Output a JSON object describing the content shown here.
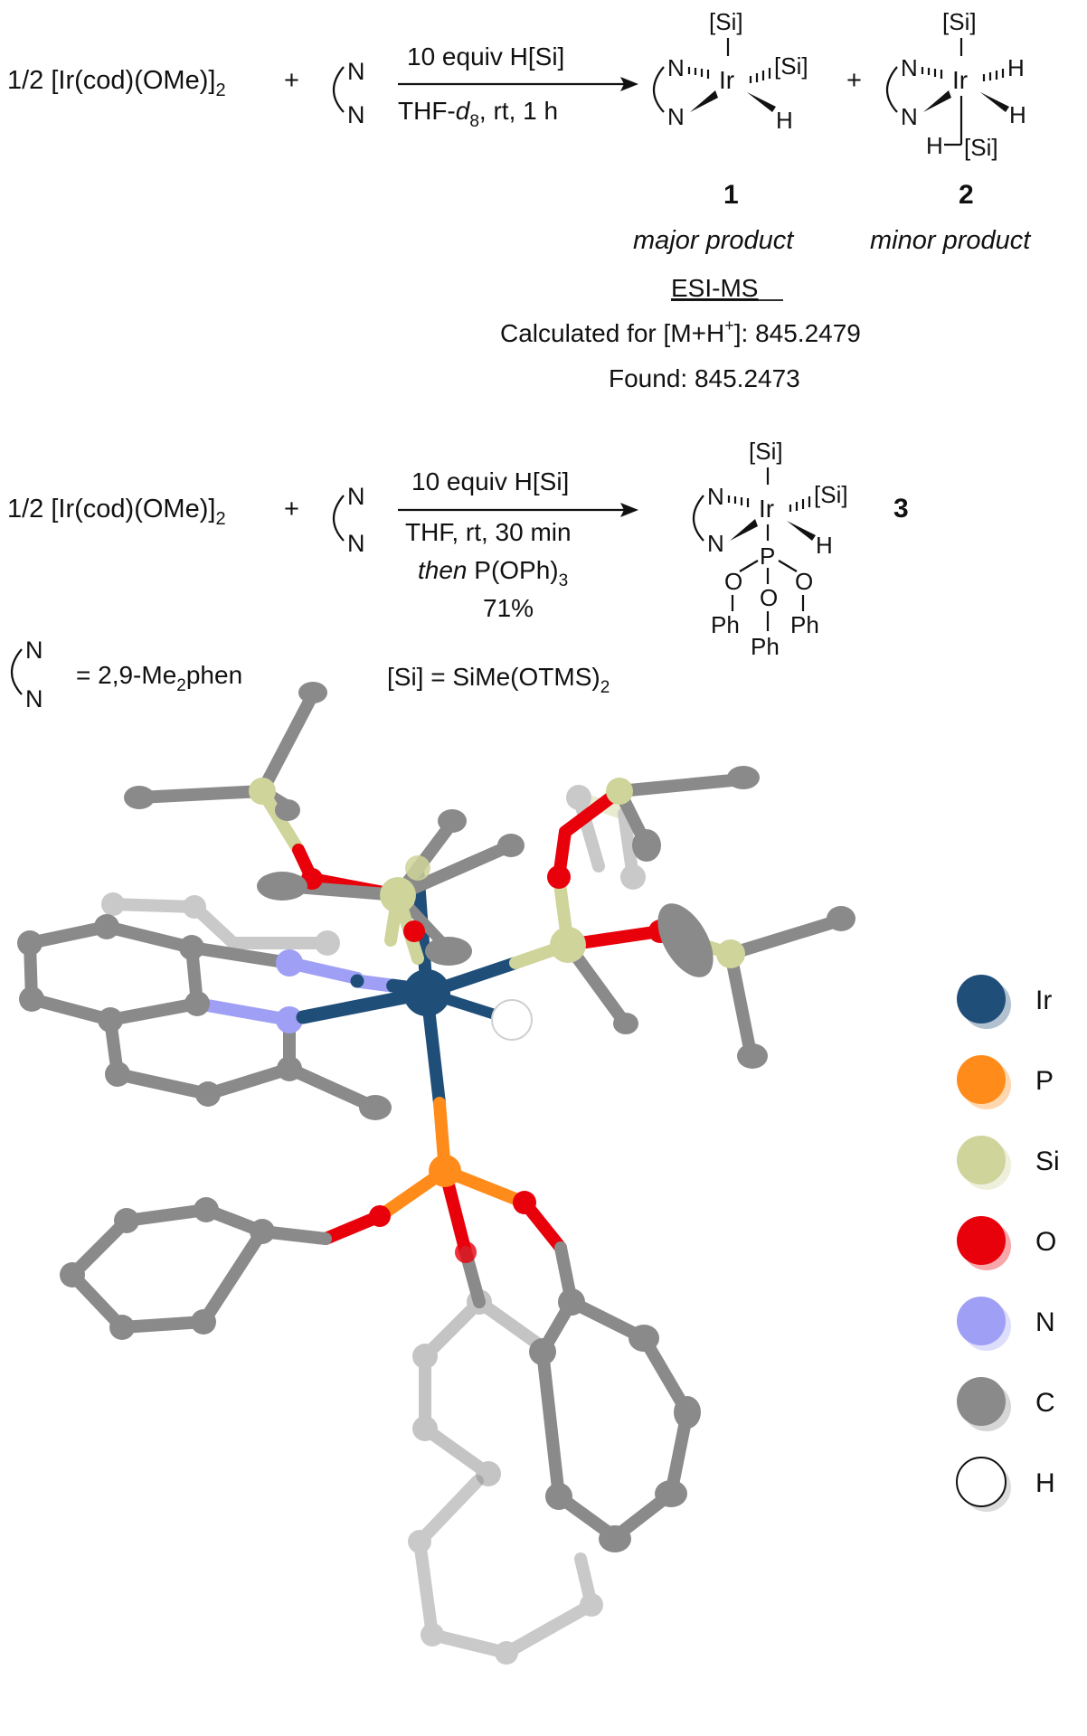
{
  "reaction1": {
    "reagent": "1/2 [Ir(cod)(OMe)]",
    "reagent_sub": "2",
    "plus": "+",
    "arrow_top": "10 equiv H[Si]",
    "arrow_bottom_pre": "THF-",
    "arrow_bottom_d": "d",
    "arrow_bottom_sub": "8",
    "arrow_bottom_post": ", rt, 1 h",
    "product1_number": "1",
    "product1_caption": "major product",
    "product2_number": "2",
    "product2_caption": "minor product",
    "esi_heading": "ESI-MS",
    "esi_calc_pre": "Calculated for [M+H",
    "esi_calc_sup": "+",
    "esi_calc_post": "]: 845.2479",
    "esi_found": "Found: 845.2473"
  },
  "reaction2": {
    "reagent": "1/2 [Ir(cod)(OMe)]",
    "reagent_sub": "2",
    "plus": "+",
    "arrow_top": "10 equiv H[Si]",
    "arrow_line2": "THF, rt, 30 min",
    "arrow_line3_italic": "then",
    "arrow_line3": " P(OPh)",
    "arrow_line3_sub": "3",
    "yield": "71%",
    "product_number": "3"
  },
  "atoms": {
    "N": "N",
    "Ir": "Ir",
    "Si": "[Si]",
    "H": "H",
    "P": "P",
    "O": "O",
    "Ph": "Ph"
  },
  "definitions": {
    "ligand_pre": "= 2,9-Me",
    "ligand_sub": "2",
    "ligand_post": "phen",
    "silyl": "[Si] = SiMe(OTMS)",
    "silyl_sub": "2"
  },
  "legend": [
    {
      "label": "Ir",
      "color": "#1f4e79"
    },
    {
      "label": "P",
      "color": "#ff8c1a"
    },
    {
      "label": "Si",
      "color": "#cfd49a"
    },
    {
      "label": "O",
      "color": "#e8000b"
    },
    {
      "label": "N",
      "color": "#9f9ff5"
    },
    {
      "label": "C",
      "color": "#8a8a8a"
    },
    {
      "label": "H",
      "color": "#ffffff"
    }
  ]
}
